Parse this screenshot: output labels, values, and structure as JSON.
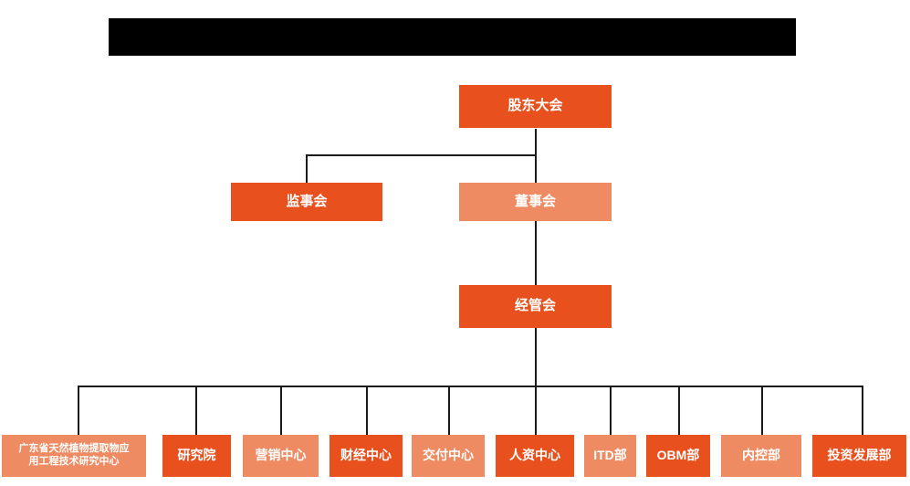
{
  "banner": {
    "name": "redacted-title-bar",
    "color": "#000000",
    "text": ""
  },
  "palette": {
    "dark_orange": "#E8511E",
    "light_orange": "#EE8B62",
    "line": "#1a1a1a",
    "text": "#FFFFFF",
    "background": "#FFFFFF"
  },
  "nodes": {
    "shareholders": {
      "label": "股东大会",
      "tone": "dark"
    },
    "supervisory": {
      "label": "监事会",
      "tone": "dark"
    },
    "board": {
      "label": "董事会",
      "tone": "light"
    },
    "management": {
      "label": "经管会",
      "tone": "dark"
    }
  },
  "departments": [
    {
      "label": "广东省天然植物提取物应用工程技术研究中心",
      "line1": "广东省天然植物提取物应",
      "line2": "用工程技术研究中心",
      "tone": "light",
      "multiline": true
    },
    {
      "label": "研究院",
      "tone": "dark",
      "multiline": false
    },
    {
      "label": "营销中心",
      "tone": "light",
      "multiline": false
    },
    {
      "label": "财经中心",
      "tone": "dark",
      "multiline": false
    },
    {
      "label": "交付中心",
      "tone": "light",
      "multiline": false
    },
    {
      "label": "人资中心",
      "tone": "dark",
      "multiline": false
    },
    {
      "label": "ITD部",
      "tone": "light",
      "multiline": false
    },
    {
      "label": "OBM部",
      "tone": "dark",
      "multiline": false
    },
    {
      "label": "内控部",
      "tone": "light",
      "multiline": false
    },
    {
      "label": "投资发展部",
      "tone": "dark",
      "multiline": false
    }
  ]
}
